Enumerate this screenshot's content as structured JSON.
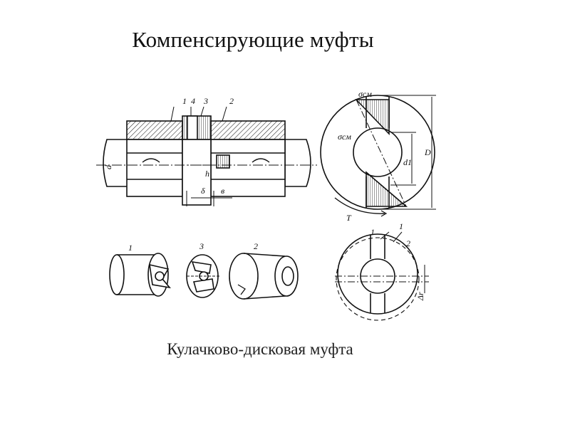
{
  "slide": {
    "title": "Компенсирующие муфты",
    "caption": "Кулачково-дисковая муфта"
  },
  "figure": {
    "assembly_labels": [
      "1",
      "4",
      "3",
      "2"
    ],
    "dimension_labels": [
      "d",
      "h",
      "δ",
      "в"
    ],
    "end_view_labels": [
      "σсм",
      "σсм",
      "D",
      "d1",
      "T"
    ],
    "parts_labels": [
      "1",
      "3",
      "2"
    ],
    "offset_view_labels": [
      "1",
      "1",
      "2",
      "Δr"
    ]
  }
}
